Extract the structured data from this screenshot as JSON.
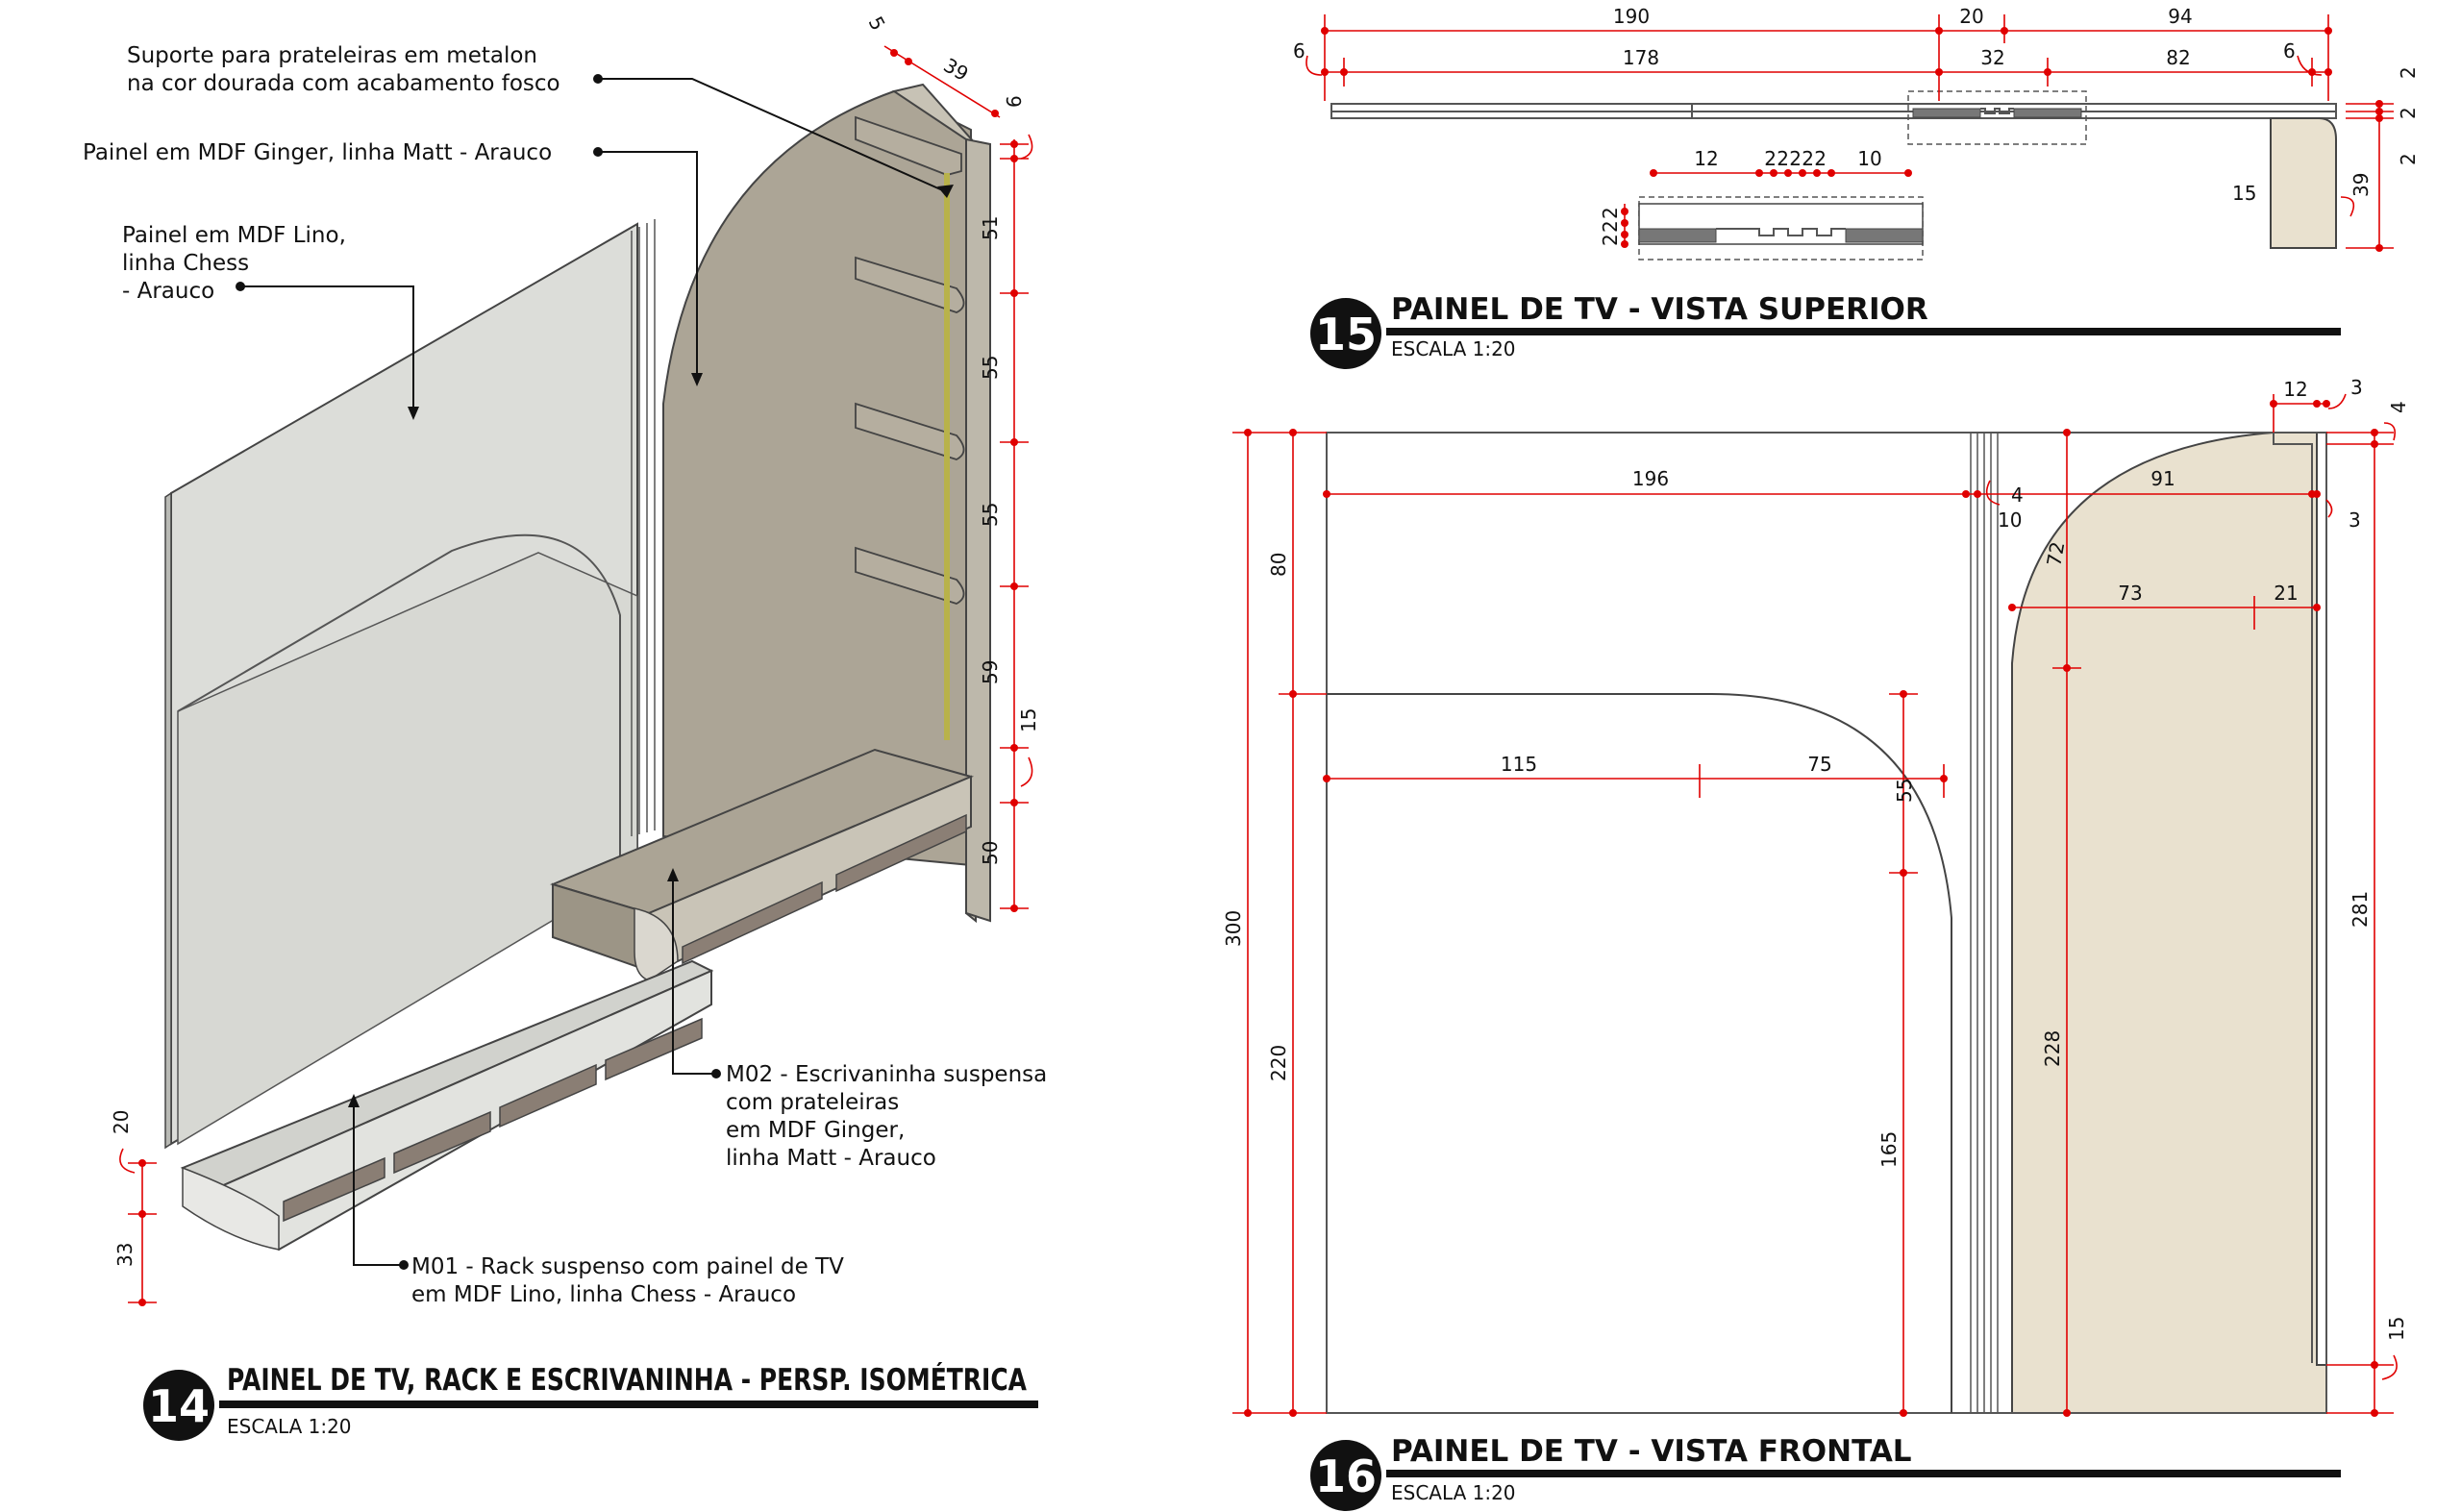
{
  "views": {
    "v14": {
      "number": "14",
      "title": "PAINEL DE TV, RACK E ESCRIVANINHA - PERSP. ISOMÉTRICA",
      "scale": "ESCALA 1:20",
      "notes": [
        [
          "Suporte para prateleiras em metalon",
          "na cor dourada com acabamento fosco"
        ],
        [
          "Painel em MDF Ginger, linha Matt - Arauco"
        ],
        [
          "Painel em MDF Lino,",
          "linha Chess",
          "- Arauco"
        ],
        [
          "M02 - Escrivaninha suspensa",
          "com prateleiras",
          "em MDF Ginger,",
          "linha Matt - Arauco"
        ],
        [
          "M01 - Rack suspenso com painel de TV",
          "em MDF Lino, linha Chess - Arauco"
        ]
      ],
      "dims": [
        "5",
        "39",
        "6",
        "51",
        "55",
        "55",
        "59",
        "15",
        "50",
        "20",
        "33"
      ]
    },
    "v15": {
      "number": "15",
      "title": "PAINEL DE TV - VISTA SUPERIOR",
      "scale": "ESCALA 1:20",
      "dims": [
        "190",
        "20",
        "94",
        "6",
        "178",
        "32",
        "82",
        "6",
        "2",
        "2",
        "2",
        "12",
        "2",
        "2",
        "2",
        "2",
        "2",
        "10",
        "2",
        "2",
        "2",
        "15",
        "39"
      ]
    },
    "v16": {
      "number": "16",
      "title": "PAINEL DE TV - VISTA FRONTAL",
      "scale": "ESCALA 1:20",
      "dims": [
        "12",
        "3",
        "4",
        "196",
        "4",
        "10",
        "91",
        "3",
        "80",
        "72",
        "73",
        "21",
        "115",
        "75",
        "55",
        "300",
        "220",
        "281",
        "228",
        "165",
        "15"
      ]
    }
  },
  "colors": {
    "dimension": "#e00000",
    "panel_lino": "#d9dad6",
    "panel_ginger": "#a8a194",
    "frontal_fill": "#e9e1cf",
    "ink": "#111111"
  }
}
